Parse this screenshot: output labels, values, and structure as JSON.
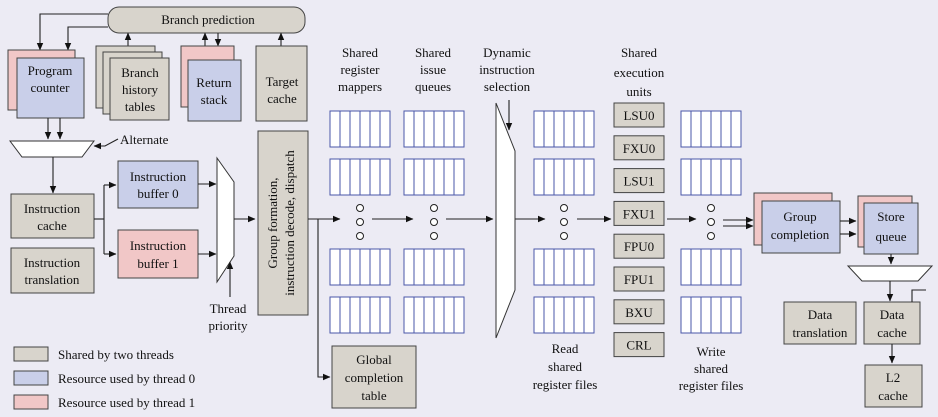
{
  "colors": {
    "background": "#ecebf4",
    "shared": "#d8d4cc",
    "thread0": "#c9cfe9",
    "thread1": "#f1c7c7",
    "register_cell": "#4a57a8"
  },
  "labels": {
    "branch_prediction": "Branch prediction",
    "program_counter": [
      "Program",
      "counter"
    ],
    "branch_history_tables": [
      "Branch",
      "history",
      "tables"
    ],
    "return_stack": [
      "Return",
      "stack"
    ],
    "target_cache": [
      "Target",
      "cache"
    ],
    "alternate": "Alternate",
    "instruction_cache": [
      "Instruction",
      "cache"
    ],
    "instruction_translation": [
      "Instruction",
      "translation"
    ],
    "instruction_buffer_0": [
      "Instruction",
      "buffer 0"
    ],
    "instruction_buffer_1": [
      "Instruction",
      "buffer 1"
    ],
    "thread_priority": [
      "Thread",
      "priority"
    ],
    "group_formation": [
      "Group formation,",
      "instruction decode, dispatch"
    ],
    "global_completion_table": [
      "Global",
      "completion",
      "table"
    ],
    "shared_register_mappers": [
      "Shared",
      "register",
      "mappers"
    ],
    "shared_issue_queues": [
      "Shared",
      "issue",
      "queues"
    ],
    "dynamic_instruction_selection": [
      "Dynamic",
      "instruction",
      "selection"
    ],
    "shared_execution_units": [
      "Shared",
      "execution",
      "units"
    ],
    "execution_units": [
      "LSU0",
      "FXU0",
      "LSU1",
      "FXU1",
      "FPU0",
      "FPU1",
      "BXU",
      "CRL"
    ],
    "read_register_files": [
      "Read",
      "shared",
      "register files"
    ],
    "write_register_files": [
      "Write",
      "shared",
      "register files"
    ],
    "group_completion": [
      "Group",
      "completion"
    ],
    "store_queue": [
      "Store",
      "queue"
    ],
    "data_translation": [
      "Data",
      "translation"
    ],
    "data_cache": [
      "Data",
      "cache"
    ],
    "l2_cache": [
      "L2",
      "cache"
    ]
  },
  "legend": [
    {
      "label": "Shared by two threads",
      "color": "#d8d4cc"
    },
    {
      "label": "Resource used by thread 0",
      "color": "#c9cfe9"
    },
    {
      "label": "Resource used by thread 1",
      "color": "#f1c7c7"
    }
  ]
}
